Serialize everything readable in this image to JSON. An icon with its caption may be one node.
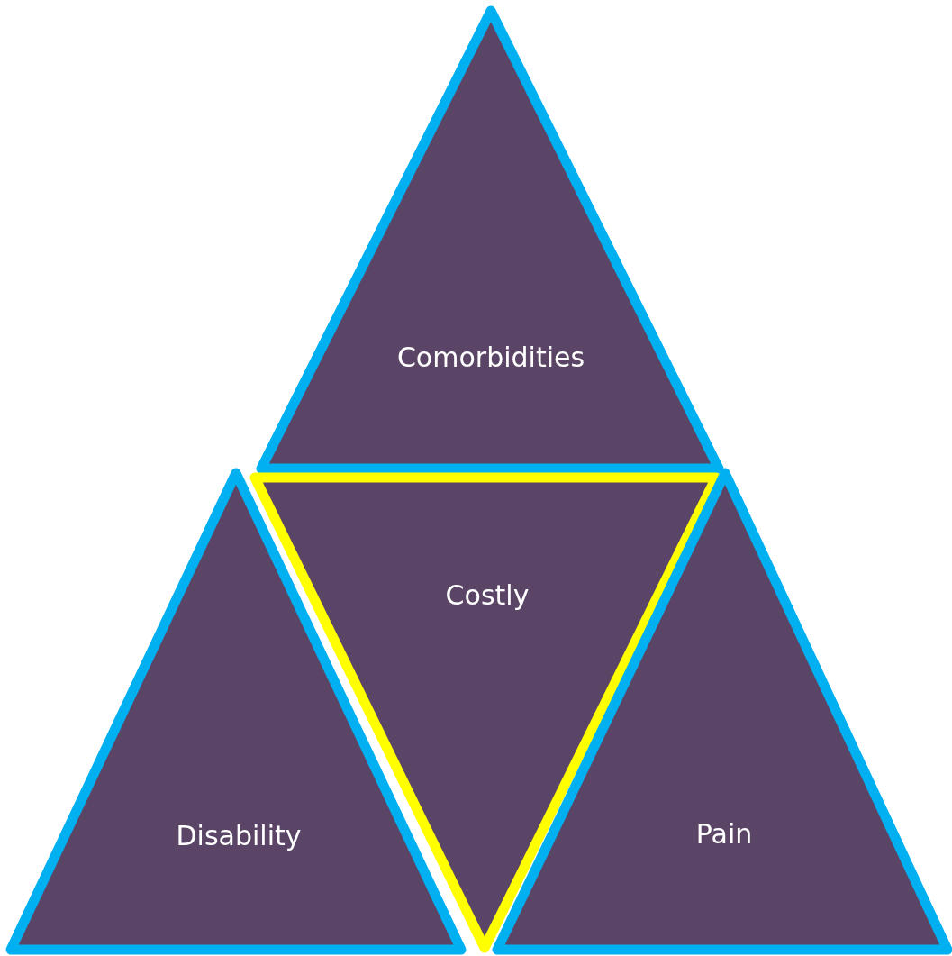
{
  "diagram": {
    "nodes": [
      {
        "text": [
          "Comorbidities"
        ]
      },
      {
        "text": [
          "Costly"
        ]
      },
      {
        "text": [
          "Disability"
        ]
      },
      {
        "text": [
          "Pain"
        ]
      }
    ]
  }
}
